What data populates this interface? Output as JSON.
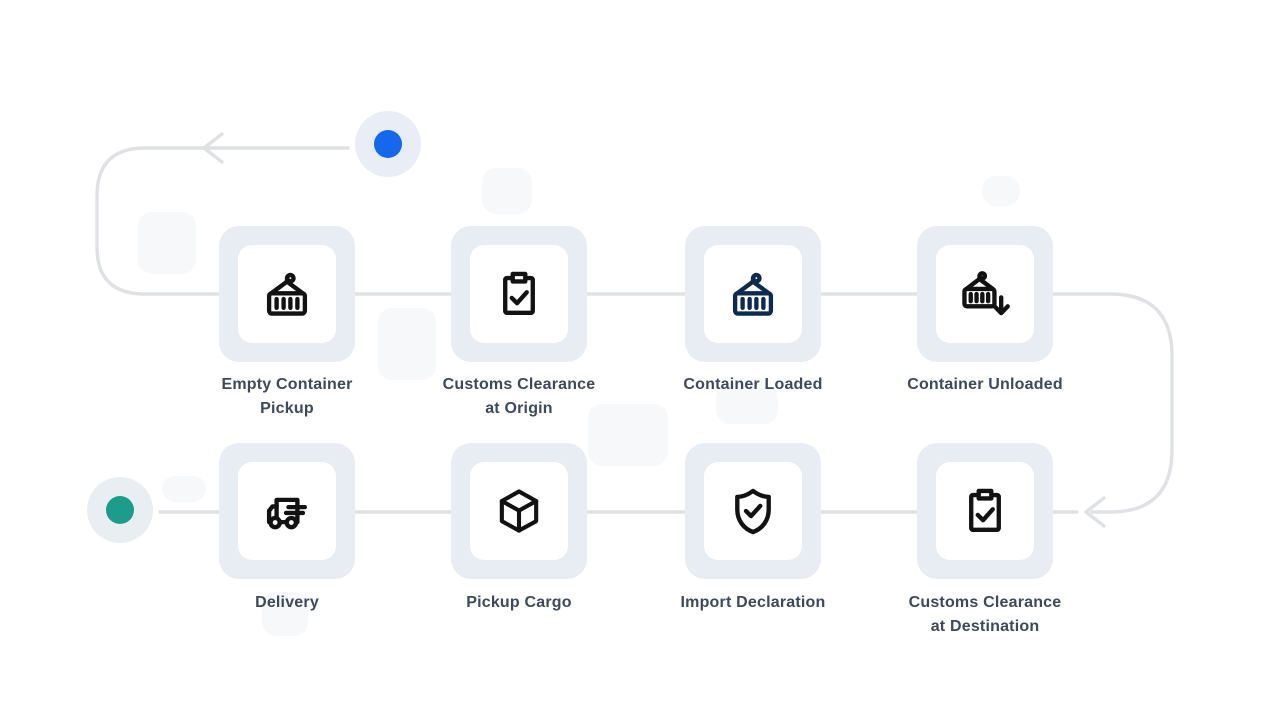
{
  "diagram": {
    "title": "",
    "steps": [
      {
        "label": "Empty Container Pickup",
        "label_lines": [
          "Empty Container",
          "Pickup"
        ],
        "icon": "container-crane-icon"
      },
      {
        "label": "Customs Clearance at Origin",
        "label_lines": [
          "Customs Clearance",
          "at Origin"
        ],
        "icon": "clipboard-check-icon"
      },
      {
        "label": "Container Loaded",
        "label_lines": [
          "Container Loaded"
        ],
        "icon": "container-crane-icon",
        "icon_color": "#0e2a4d"
      },
      {
        "label": "Container Unloaded",
        "label_lines": [
          "Container Unloaded"
        ],
        "icon": "container-unload-icon"
      },
      {
        "label": "Delivery",
        "label_lines": [
          "Delivery"
        ],
        "icon": "delivery-truck-icon"
      },
      {
        "label": "Pickup Cargo",
        "label_lines": [
          "Pickup Cargo"
        ],
        "icon": "cargo-box-icon"
      },
      {
        "label": "Import Declaration",
        "label_lines": [
          "Import Declaration"
        ],
        "icon": "shield-check-icon"
      },
      {
        "label": "Customs Clearance at Destination",
        "label_lines": [
          "Customs Clearance",
          "at Destination"
        ],
        "icon": "clipboard-check-icon"
      }
    ],
    "start_marker": {
      "icon": "start-dot-icon",
      "dot_color": "#1567ec",
      "halo_color": "#e8edf6"
    },
    "end_marker": {
      "icon": "end-dot-icon",
      "dot_color": "#1d9c8c",
      "halo_color": "#e9eef3"
    },
    "arrows": [
      {
        "icon": "arrow-left-icon",
        "position": "top-line"
      },
      {
        "icon": "arrow-left-icon",
        "position": "right-loop"
      }
    ],
    "colors": {
      "connector": "#dfe1e5",
      "card_bg": "#e8ecf3",
      "card_inner_bg": "#ffffff",
      "label_text": "#3e495b",
      "icon_default": "#121212",
      "icon_navy": "#0e2a4d"
    }
  }
}
